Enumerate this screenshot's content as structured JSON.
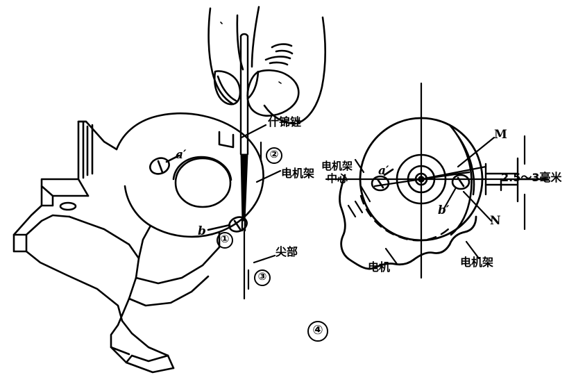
{
  "figure": {
    "title": "",
    "step_number": "④",
    "domain_note": "technical line drawing - motor / motor frame alignment with needle file"
  },
  "left_diagram": {
    "name": "hand-filing-view",
    "labels": {
      "file_tool": "什锦锉",
      "motor_frame": "电机架",
      "tip": "尖部",
      "point_a": "a′",
      "point_b": "b"
    },
    "markers": {
      "one": "①",
      "two": "②",
      "three": "③"
    }
  },
  "right_diagram": {
    "name": "motor-center-alignment-view",
    "labels": {
      "motor_frame_center": "电机架\n中心",
      "motor_frame_center_line1": "电机架",
      "motor_frame_center_line2": "中心",
      "motor": "电机",
      "motor_frame": "电机架",
      "point_a": "a′",
      "point_b": "b′",
      "point_m": "M",
      "point_n": "N",
      "dimension": "2.5～3毫米"
    }
  },
  "colors": {
    "ink": "#000000",
    "background": "#ffffff"
  }
}
